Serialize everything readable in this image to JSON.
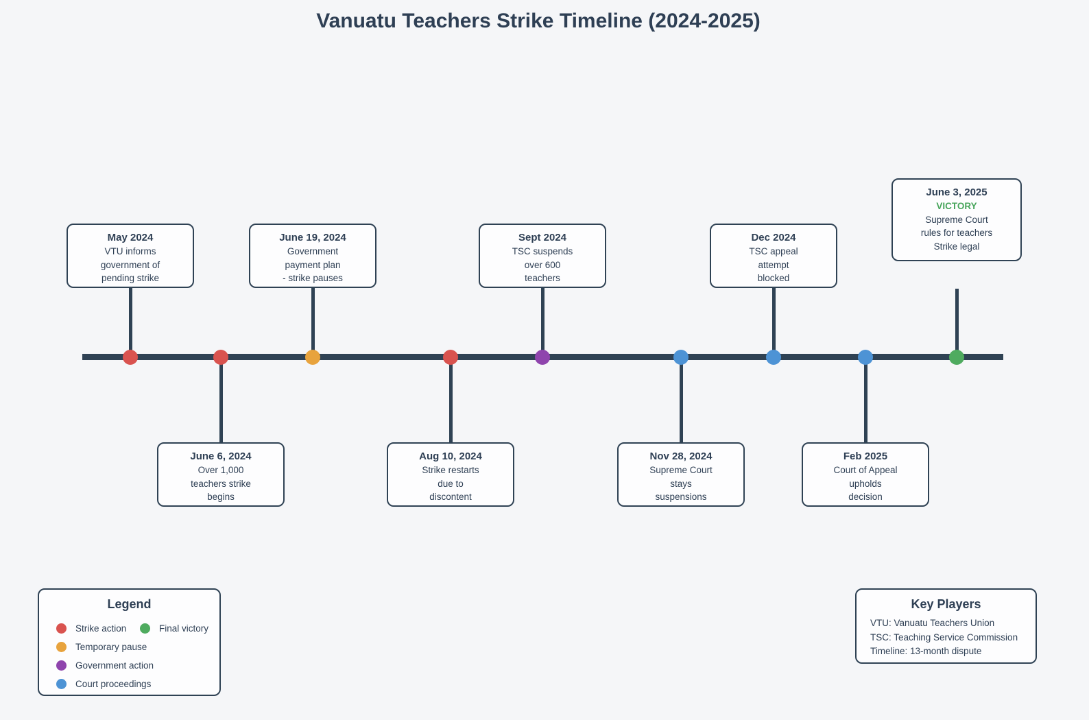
{
  "page_title": "Vanuatu Teachers Strike Timeline (2024-2025)",
  "palette": {
    "strike_action": "#d9534f",
    "temporary_pause": "#e8a33d",
    "government_action": "#8f44ad",
    "court_proceedings": "#4d93d5",
    "final_victory": "#4fab5f",
    "victory_text": "#47a55b",
    "timeline_line": "#2f4254",
    "text": "#2e3f54",
    "background": "#f5f6f8",
    "card_fill": "#fdfdfe"
  },
  "events": [
    {
      "date": "May 2024",
      "lines": [
        "VTU informs",
        "government of",
        "pending strike"
      ],
      "category": "strike-action",
      "color": "#d9534f",
      "position": "above"
    },
    {
      "date": "June 6, 2024",
      "lines": [
        "Over 1,000",
        "teachers strike",
        "begins"
      ],
      "category": "strike-action",
      "color": "#d9534f",
      "position": "below"
    },
    {
      "date": "June 19, 2024",
      "lines": [
        "Government",
        "payment plan",
        "- strike pauses"
      ],
      "category": "temporary-pause",
      "color": "#e8a33d",
      "position": "above"
    },
    {
      "date": "Aug 10, 2024",
      "lines": [
        "Strike restarts",
        "due to",
        "discontent"
      ],
      "category": "strike-action",
      "color": "#d9534f",
      "position": "below"
    },
    {
      "date": "Sept 2024",
      "lines": [
        "TSC suspends",
        "over 600",
        "teachers"
      ],
      "category": "government-action",
      "color": "#8f44ad",
      "position": "above"
    },
    {
      "date": "Nov 28, 2024",
      "lines": [
        "Supreme Court",
        "stays",
        "suspensions"
      ],
      "category": "court-proceedings",
      "color": "#4d93d5",
      "position": "below"
    },
    {
      "date": "Dec 2024",
      "lines": [
        "TSC appeal",
        "attempt",
        "blocked"
      ],
      "category": "court-proceedings",
      "color": "#4d93d5",
      "position": "above"
    },
    {
      "date": "Feb 2025",
      "lines": [
        "Court of Appeal",
        "upholds",
        "decision"
      ],
      "category": "court-proceedings",
      "color": "#4d93d5",
      "position": "below"
    },
    {
      "date": "June 3, 2025",
      "badge": "VICTORY",
      "lines": [
        "Supreme Court",
        "rules for teachers",
        "Strike legal"
      ],
      "category": "final-victory",
      "color": "#4fab5f",
      "position": "above"
    }
  ],
  "legend": {
    "title": "Legend",
    "items": [
      {
        "label": "Strike action",
        "color": "#d9534f"
      },
      {
        "label": "Final victory",
        "color": "#4fab5f"
      },
      {
        "label": "Temporary pause",
        "color": "#e8a33d"
      },
      {
        "label": "Government action",
        "color": "#8f44ad"
      },
      {
        "label": "Court proceedings",
        "color": "#4d93d5"
      }
    ]
  },
  "key_players": {
    "title": "Key Players",
    "lines": [
      "VTU: Vanuatu Teachers Union",
      "TSC: Teaching Service Commission",
      "Timeline: 13-month dispute"
    ]
  }
}
